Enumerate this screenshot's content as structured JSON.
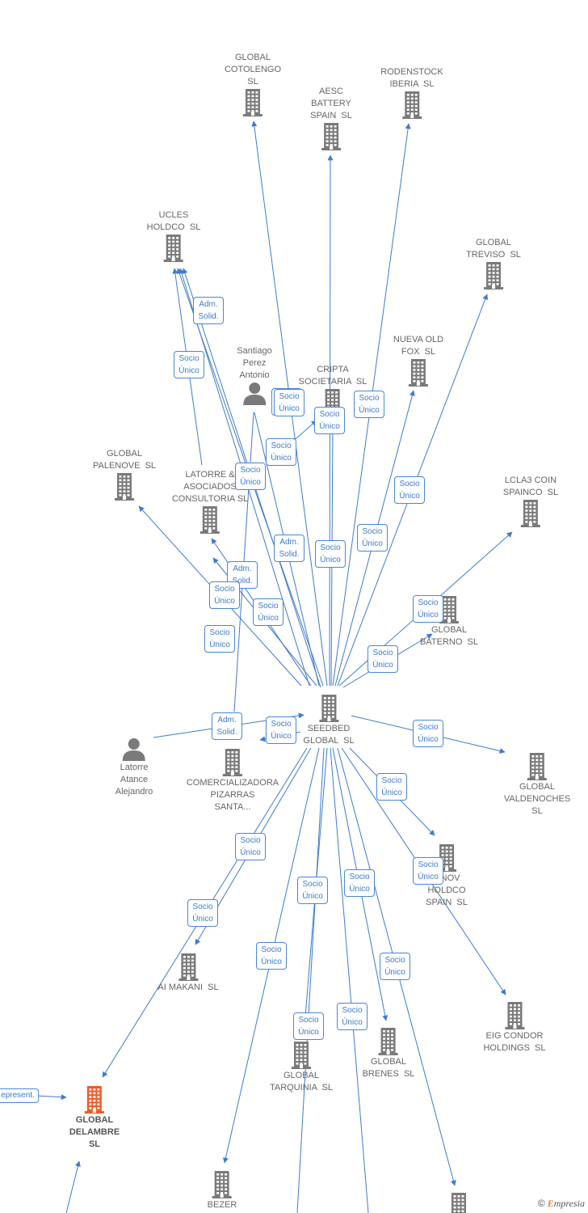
{
  "colors": {
    "edge": "#3d7bd0",
    "company_icon": "#7a7a7a",
    "highlight_icon": "#f05a28",
    "person_icon": "#7a7a7a",
    "label": "#666666"
  },
  "nodes": [
    {
      "id": "seedbed",
      "type": "company",
      "label": "SEEDBED\nGLOBAL  SL"
    },
    {
      "id": "cotolengo",
      "type": "company",
      "label": "GLOBAL\nCOTOLENGO\nSL"
    },
    {
      "id": "aesc",
      "type": "company",
      "label": "AESC\nBATTERY\nSPAIN  SL"
    },
    {
      "id": "rodenstock",
      "type": "company",
      "label": "RODENSTOCK\nIBERIA  SL"
    },
    {
      "id": "ucles",
      "type": "company",
      "label": "UCLES\nHOLDCO  SL"
    },
    {
      "id": "treviso",
      "type": "company",
      "label": "GLOBAL\nTREVISO  SL"
    },
    {
      "id": "nuevaold",
      "type": "company",
      "label": "NUEVA OLD\nFOX  SL"
    },
    {
      "id": "cripta",
      "type": "company",
      "label": "CRIPTA\nSOCIETARIA  SL"
    },
    {
      "id": "santiago",
      "type": "person",
      "label": "Santiago\nPerez\nAntonio"
    },
    {
      "id": "palenove",
      "type": "company",
      "label": "GLOBAL\nPALENOVE  SL"
    },
    {
      "id": "latorreasoc",
      "type": "company",
      "label": "LATORRE &\nASOCIADOS\nCONSULTORIA SL"
    },
    {
      "id": "lcla3",
      "type": "company",
      "label": "LCLA3 COIN\nSPAINCO  SL"
    },
    {
      "id": "baterno",
      "type": "company",
      "label": "GLOBAL\nBATERNO  SL"
    },
    {
      "id": "latorreperson",
      "type": "person",
      "label": "Latorre\nAtance\nAlejandro"
    },
    {
      "id": "comercializadora",
      "type": "company",
      "label": "COMERCIALIZADORA\nPIZARRAS\nSANTA..."
    },
    {
      "id": "valdenoches",
      "type": "company",
      "label": "GLOBAL\nVALDENOCHES\nSL"
    },
    {
      "id": "holdcospain",
      "type": "company",
      "label": "...NOV\nHOLDCO\nSPAIN  SL"
    },
    {
      "id": "aimakani",
      "type": "company",
      "label": "AI MAKANI  SL"
    },
    {
      "id": "eigcondor",
      "type": "company",
      "label": "EIG CONDOR\nHOLDINGS  SL"
    },
    {
      "id": "tarquinia",
      "type": "company",
      "label": "GLOBAL\nTARQUINIA  SL"
    },
    {
      "id": "brenes",
      "type": "company",
      "label": "GLOBAL\nBRENES  SL"
    },
    {
      "id": "delambre",
      "type": "company-highlight",
      "label": "GLOBAL\nDELAMBRE\nSL"
    },
    {
      "id": "bezer",
      "type": "company",
      "label": "BEZER"
    },
    {
      "id": "bottomright",
      "type": "company",
      "label": ""
    }
  ],
  "badges": [
    {
      "id": "b1",
      "text": "Adm.\nSolid."
    },
    {
      "id": "b2",
      "text": "Socio\nÚnico"
    },
    {
      "id": "b3",
      "text": "Socio\nÚnico"
    },
    {
      "id": "b4",
      "text": "Socio\nÚnico"
    },
    {
      "id": "b5",
      "text": "Socio\nÚnico"
    },
    {
      "id": "b6",
      "text": "Socio\nÚnico"
    },
    {
      "id": "b7",
      "text": "Socio\nÚnico"
    },
    {
      "id": "b8",
      "text": "Socio\nÚnico"
    },
    {
      "id": "b9",
      "text": "Adm.\nSolid."
    },
    {
      "id": "b10",
      "text": "Socio\nÚnico"
    },
    {
      "id": "b11",
      "text": "Socio\nÚnico"
    },
    {
      "id": "b12",
      "text": "Adm.\nSolid."
    },
    {
      "id": "b13",
      "text": "Socio\nÚnico"
    },
    {
      "id": "b14",
      "text": "Socio\nÚnico"
    },
    {
      "id": "b15",
      "text": "Socio\nÚnico"
    },
    {
      "id": "b16",
      "text": "Socio\nÚnico"
    },
    {
      "id": "b17",
      "text": "Socio\nÚnico"
    },
    {
      "id": "b18",
      "text": "Adm.\nSolid."
    },
    {
      "id": "b19",
      "text": "Socio\nÚnico"
    },
    {
      "id": "b20",
      "text": "Socio\nÚnico"
    },
    {
      "id": "b21",
      "text": "Socio\nÚnico"
    },
    {
      "id": "b22",
      "text": "Socio\nÚnico"
    },
    {
      "id": "b23",
      "text": "Socio\nÚnico"
    },
    {
      "id": "b24",
      "text": "Socio\nÚnico"
    },
    {
      "id": "b25",
      "text": "Socio\nÚnico"
    },
    {
      "id": "b26",
      "text": "Socio\nÚnico"
    },
    {
      "id": "b27",
      "text": "Socio\nÚnico"
    },
    {
      "id": "b28",
      "text": "Socio\nÚnico"
    },
    {
      "id": "b29",
      "text": "Socio\nÚnico"
    },
    {
      "id": "b30",
      "text": "Socio\nÚnico"
    },
    {
      "id": "b31",
      "text": "Socio\nÚnico"
    },
    {
      "id": "b32",
      "text": "epresent."
    }
  ],
  "watermark": {
    "symbol": "©",
    "brand_initial": "E",
    "brand_rest": "mpresia"
  }
}
